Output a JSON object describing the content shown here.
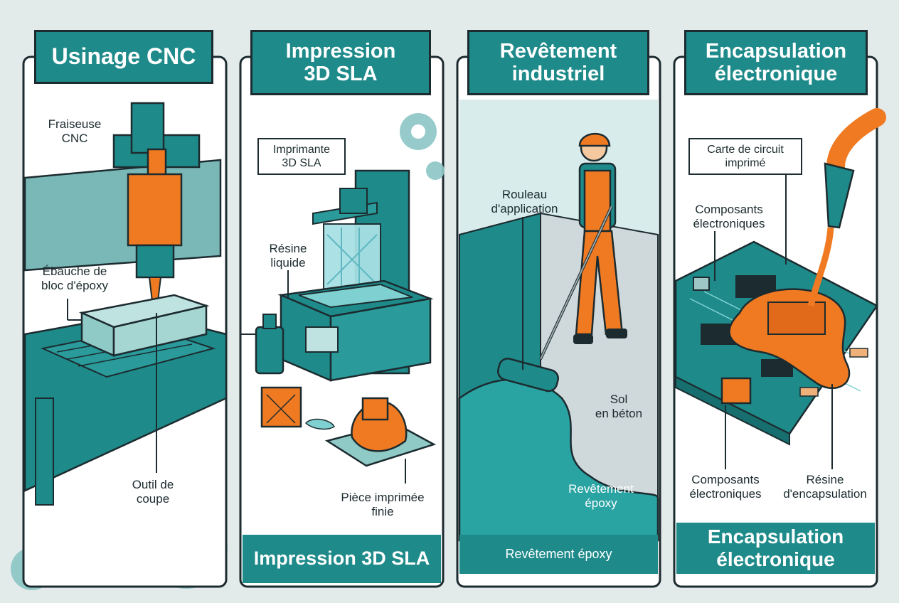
{
  "colors": {
    "teal": "#1e8a8a",
    "orange": "#f07a22",
    "outline": "#1c2b2f",
    "background": "#e3eaea"
  },
  "panels": [
    {
      "title": "Usinage CNC",
      "labels": {
        "machine": "Fraiseuse\nCNC",
        "block": "Ébauche de\nbloc d'époxy",
        "tool": "Outil de\ncoupe"
      }
    },
    {
      "title": "Impression\n3D SLA",
      "labels": {
        "printer": "Imprimante\n3D SLA",
        "resin": "Résine\nliquide",
        "part": "Pièce imprimée\nfinie"
      },
      "footer": "Impression 3D SLA"
    },
    {
      "title": "Revêtement\nindustriel",
      "labels": {
        "roller": "Rouleau\nd'application",
        "floor": "Sol\nen béton",
        "coating": "Revêtement\népoxy"
      },
      "footer": "Revêtement époxy"
    },
    {
      "title": "Encapsulation\nélectronique",
      "labels": {
        "board": "Carte de circuit\nimprimé",
        "components_top": "Composants\nélectroniques",
        "components_bottom": "Composants\nélectroniques",
        "potting": "Résine\nd'encapsulation"
      },
      "footer": "Encapsulation\nélectronique"
    }
  ]
}
